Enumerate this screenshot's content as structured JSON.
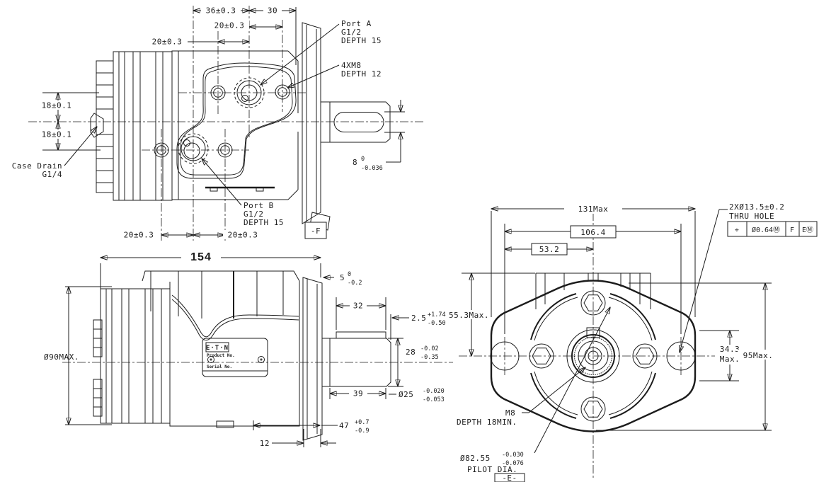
{
  "drawing": {
    "colors": {
      "background": "#ffffff",
      "ink": "#1c1c1c"
    },
    "top_view": {
      "dim_36": "36±0.3",
      "dim_30": "30",
      "dim_20_a": "20±0.3",
      "dim_20_b": "20±0.3",
      "dim_18_a": "18±0.1",
      "dim_18_b": "18±0.1",
      "dim_20_c": "20±0.3",
      "dim_20_d": "20±0.3",
      "case_drain": [
        "Case Drain",
        "G1/4"
      ],
      "port_a": [
        "Port A",
        "G1/2",
        "DEPTH 15"
      ],
      "bolt_callout": [
        "4XM8",
        "DEPTH 12"
      ],
      "port_b": [
        "Port B",
        "G1/2",
        "DEPTH 15"
      ],
      "key_dim": {
        "main": "8",
        "upper": "0",
        "lower": "-0.036"
      },
      "datum_f": "-F"
    },
    "side_view": {
      "dim_154": "154",
      "dim_5": {
        "main": "5",
        "upper": "0",
        "lower": "-0.2"
      },
      "dim_90": "Ø90MAX.",
      "dim_32": "32",
      "dim_2_5": {
        "main": "2.5",
        "upper": "+1.74",
        "lower": "-0.50"
      },
      "dim_28": {
        "main": "28",
        "upper": "-0.02",
        "lower": "-0.35"
      },
      "dim_39": "39",
      "dim_25": {
        "main": "Ø25",
        "upper": "-0.020",
        "lower": "-0.053"
      },
      "dim_47": {
        "main": "47",
        "upper": "+0.7",
        "lower": "-0.9"
      },
      "dim_12": "12",
      "nameplate": {
        "logo": "E·T·N",
        "product": "Product No.",
        "serial": "Serial No."
      }
    },
    "flange_view": {
      "dim_131": "131Max",
      "dim_106": "106.4",
      "dim_53": "53.2",
      "thru_hole": [
        "2XØ13.5±0.2",
        "THRU HOLE"
      ],
      "fcf": {
        "symbol": "⌖",
        "tolerance": "Ø0.64Ⓜ",
        "datum1": "F",
        "datum2": "EⓂ"
      },
      "dim_55": "55.3Max.",
      "dim_34": [
        "34.3",
        "Max."
      ],
      "dim_95": "95Max.",
      "m8": "M8",
      "m8_depth": "DEPTH 18MIN.",
      "pilot": {
        "main": "Ø82.55",
        "upper": "-0.030",
        "lower": "-0.076"
      },
      "pilot_label": "PILOT DIA.",
      "datum_e": "-E-"
    }
  }
}
